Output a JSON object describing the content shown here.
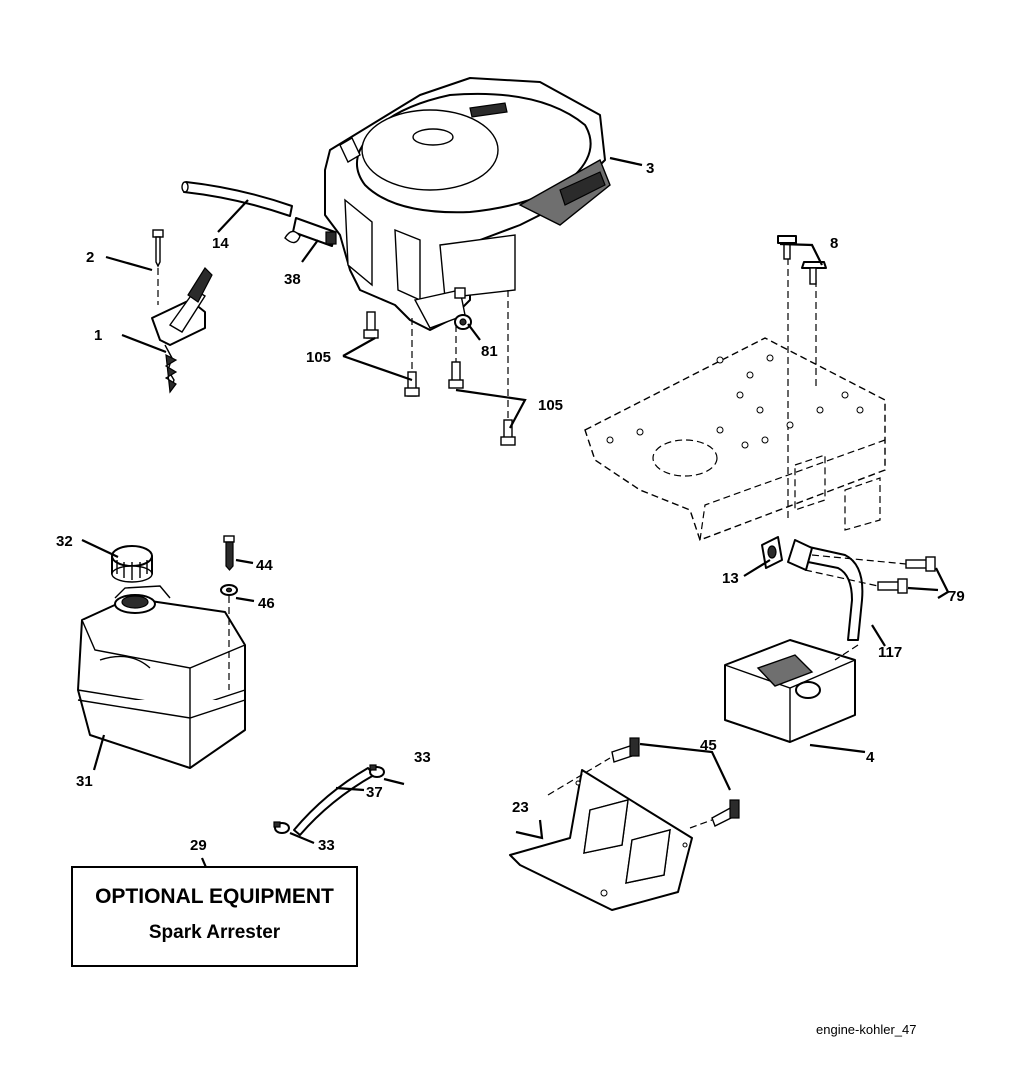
{
  "callouts": {
    "c1": "1",
    "c2": "2",
    "c3": "3",
    "c4": "4",
    "c8": "8",
    "c13": "13",
    "c14": "14",
    "c23": "23",
    "c29": "29",
    "c31": "31",
    "c32": "32",
    "c33a": "33",
    "c33b": "33",
    "c37": "37",
    "c38": "38",
    "c44": "44",
    "c45": "45",
    "c46": "46",
    "c79": "79",
    "c81": "81",
    "c105a": "105",
    "c105b": "105",
    "c117": "117"
  },
  "optional_box": {
    "title": "OPTIONAL EQUIPMENT",
    "subtitle": "Spark Arrester"
  },
  "figure_id": "engine-kohler_47"
}
